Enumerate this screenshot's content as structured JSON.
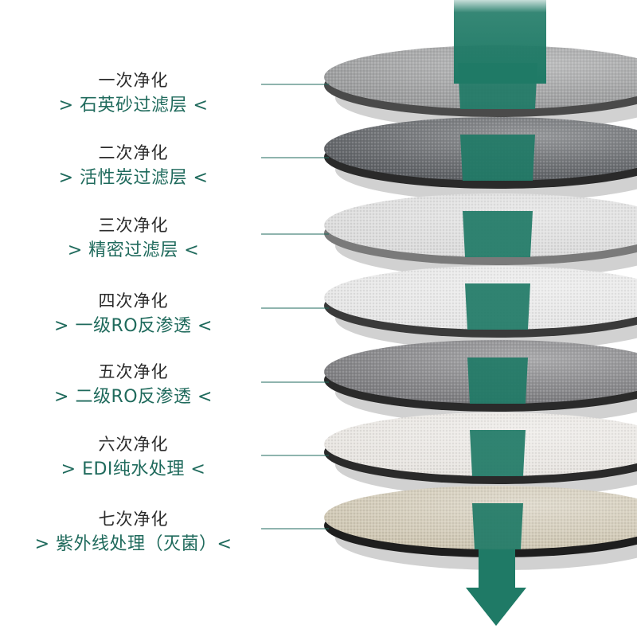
{
  "stages": [
    {
      "title": "一次净化",
      "subtitle": "> 石英砂过滤层 <",
      "layer_color": "#9a9b9c",
      "edge_color": "#4a4a4a"
    },
    {
      "title": "二次净化",
      "subtitle": "> 活性炭过滤层 <",
      "layer_color": "#5d6064",
      "edge_color": "#2a2a2a"
    },
    {
      "title": "三次净化",
      "subtitle": "> 精密过滤层 <",
      "layer_color": "#dcdcdc",
      "edge_color": "#7a7a7a"
    },
    {
      "title": "四次净化",
      "subtitle": "> 一级RO反渗透 <",
      "layer_color": "#e6e6e6",
      "edge_color": "#3a3a3a"
    },
    {
      "title": "五次净化",
      "subtitle": "> 二级RO反渗透 <",
      "layer_color": "#7c7c7f",
      "edge_color": "#2a2a2a"
    },
    {
      "title": "六次净化",
      "subtitle": "> EDI纯水处理 <",
      "layer_color": "#e8e5e1",
      "edge_color": "#2a2a2a"
    },
    {
      "title": "七次净化",
      "subtitle": "> 紫外线处理（灭菌）<",
      "layer_color": "#cfc7b3",
      "edge_color": "#1e1e1e"
    }
  ],
  "colors": {
    "flow_arrow": "#1f7a66",
    "text_accent": "#1f6a5c",
    "leader_line": "#1f6a5c"
  },
  "icons": {
    "flow": "down-arrow-icon"
  }
}
